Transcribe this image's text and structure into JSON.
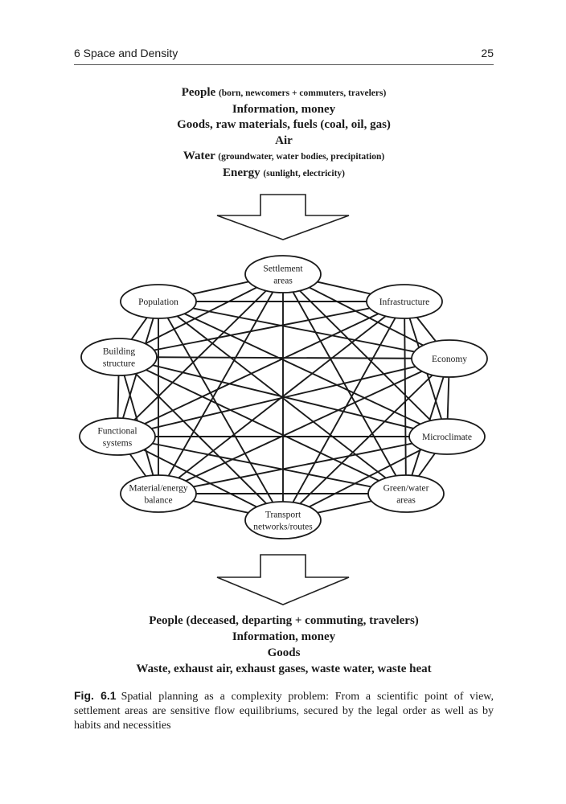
{
  "header": {
    "chapter": "6   Space and Density",
    "page": "25"
  },
  "inflow": [
    {
      "main": "People",
      "sub": "(born, newcomers + commuters, travelers)"
    },
    {
      "main": "Information, money",
      "sub": ""
    },
    {
      "main": "Goods, raw materials, fuels (coal, oil, gas)",
      "sub": ""
    },
    {
      "main": "Air",
      "sub": ""
    },
    {
      "main": "Water",
      "sub": "(groundwater, water bodies, precipitation)"
    },
    {
      "main": "Energy",
      "sub": "(sunlight, electricity)"
    }
  ],
  "nodes": [
    {
      "id": "settlement",
      "lines": [
        "Settlement",
        "areas"
      ]
    },
    {
      "id": "infrastructure",
      "lines": [
        "Infrastructure"
      ]
    },
    {
      "id": "economy",
      "lines": [
        "Economy"
      ]
    },
    {
      "id": "microclimate",
      "lines": [
        "Microclimate"
      ]
    },
    {
      "id": "green-water",
      "lines": [
        "Green/water",
        "areas"
      ]
    },
    {
      "id": "transport",
      "lines": [
        "Transport",
        "networks/routes"
      ]
    },
    {
      "id": "material-energy",
      "lines": [
        "Material/energy",
        "balance"
      ]
    },
    {
      "id": "functional",
      "lines": [
        "Functional",
        "systems"
      ]
    },
    {
      "id": "building",
      "lines": [
        "Building",
        "structure"
      ]
    },
    {
      "id": "population",
      "lines": [
        "Population"
      ]
    }
  ],
  "outflow": [
    "People (deceased, departing + commuting, travelers)",
    "Information, money",
    "Goods",
    "Waste, exhaust air, exhaust gases, waste water, waste heat"
  ],
  "caption": {
    "label": "Fig. 6.1",
    "text": "Spatial planning as a complexity problem: From a scientific point of view, settlement areas are sensitive flow equilibriums, secured by the legal order as well as by habits and necessities"
  }
}
